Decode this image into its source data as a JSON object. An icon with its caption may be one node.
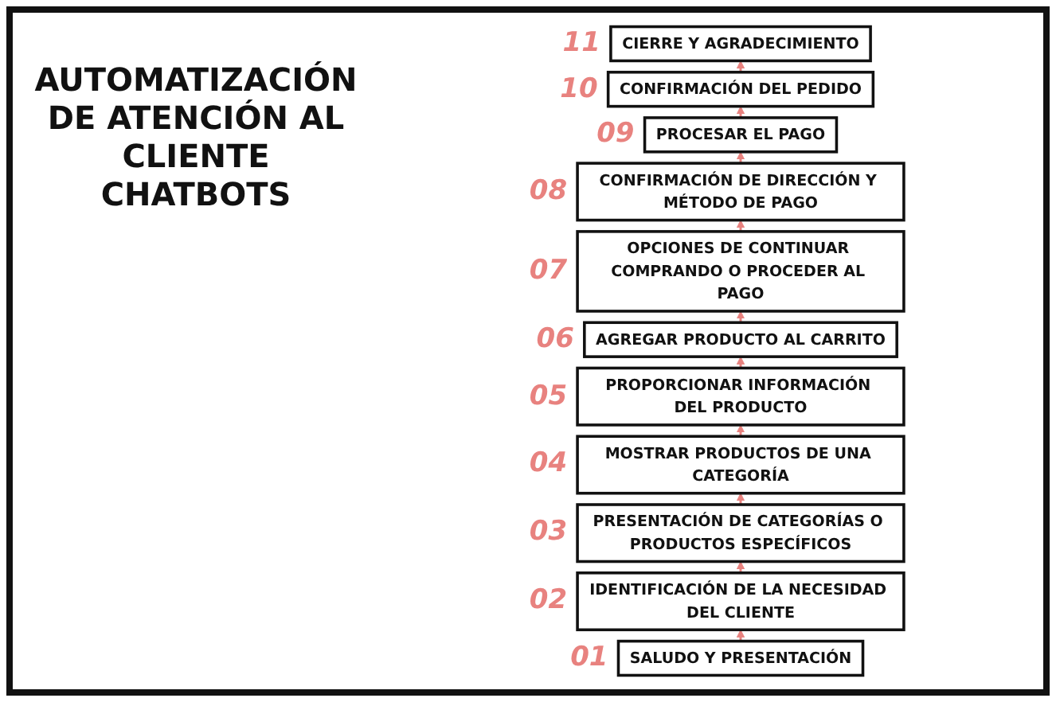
{
  "diagram": {
    "title": "AUTOMATIZACIÓN DE ATENCIÓN AL CLIENTE CHATBOTS",
    "nodes": [
      {
        "text": [
          "SALUDO Y PRESENTACIÓN"
        ],
        "beside": [
          "01"
        ]
      },
      {
        "text": [
          "IDENTIFICACIÓN DE LA NECESIDAD DEL CLIENTE"
        ],
        "beside": [
          "02"
        ]
      },
      {
        "text": [
          "PRESENTACIÓN DE CATEGORÍAS O PRODUCTOS ESPECÍFICOS"
        ],
        "beside": [
          "03"
        ]
      },
      {
        "text": [
          "MOSTRAR PRODUCTOS DE UNA CATEGORÍA"
        ],
        "beside": [
          "04"
        ]
      },
      {
        "text": [
          "PROPORCIONAR INFORMACIÓN DEL PRODUCTO"
        ],
        "beside": [
          "05"
        ]
      },
      {
        "text": [
          "AGREGAR PRODUCTO AL CARRITO"
        ],
        "beside": [
          "06"
        ]
      },
      {
        "text": [
          "OPCIONES DE CONTINUAR COMPRANDO O PROCEDER AL PAGO"
        ],
        "beside": [
          "07"
        ]
      },
      {
        "text": [
          "CONFIRMACIÓN DE DIRECCIÓN Y MÉTODO DE PAGO"
        ],
        "beside": [
          "08"
        ]
      },
      {
        "text": [
          "PROCESAR EL PAGO"
        ],
        "beside": [
          "09"
        ]
      },
      {
        "text": [
          "CONFIRMACIÓN DEL PEDIDO"
        ],
        "beside": [
          "10"
        ]
      },
      {
        "text": [
          "CIERRE Y AGRADECIMIENTO"
        ],
        "beside": [
          "11"
        ]
      }
    ],
    "edges": [
      {
        "from": 0,
        "to": 1,
        "arrow": "to"
      },
      {
        "from": 1,
        "to": 2,
        "arrow": "to"
      },
      {
        "from": 2,
        "to": 3,
        "arrow": "to"
      },
      {
        "from": 3,
        "to": 4,
        "arrow": "to"
      },
      {
        "from": 4,
        "to": 5,
        "arrow": "to"
      },
      {
        "from": 5,
        "to": 6,
        "arrow": "to"
      },
      {
        "from": 6,
        "to": 7,
        "arrow": "to"
      },
      {
        "from": 7,
        "to": 8,
        "arrow": "to"
      },
      {
        "from": 8,
        "to": 9,
        "arrow": "to"
      },
      {
        "from": 9,
        "to": 10,
        "arrow": "to"
      }
    ]
  }
}
